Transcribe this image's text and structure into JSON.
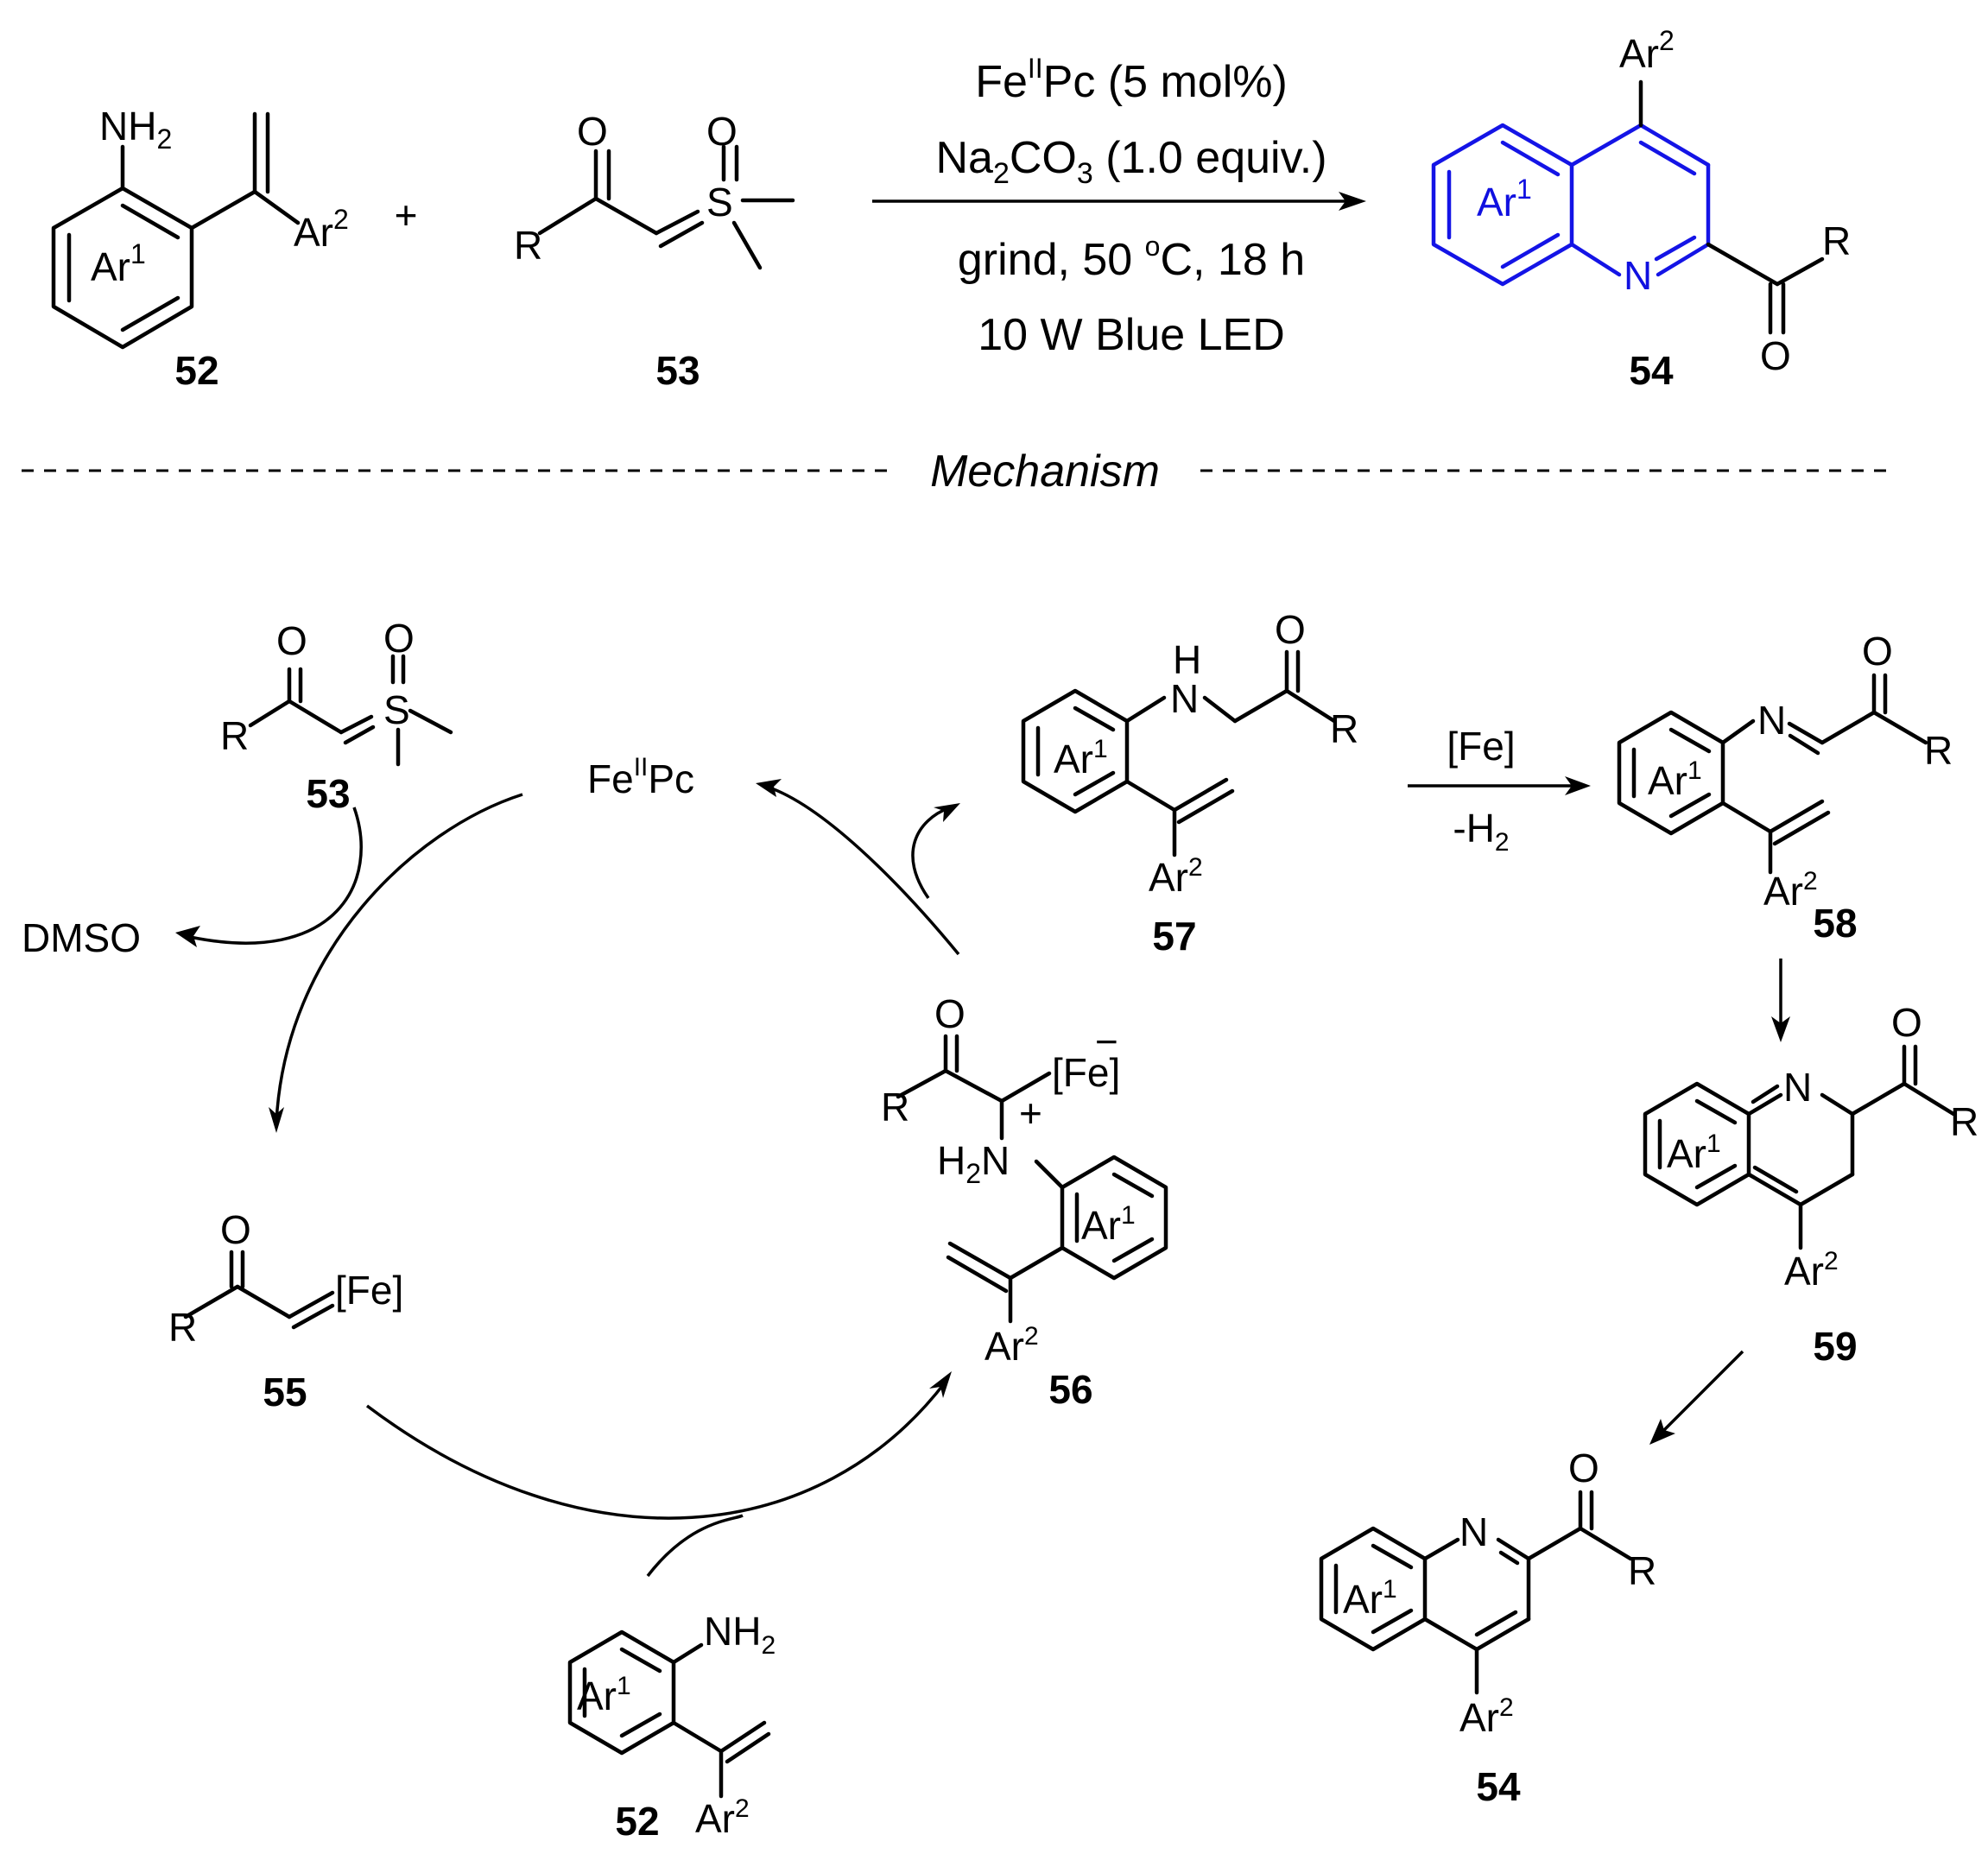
{
  "conditions": {
    "catalyst": "Fe",
    "catalyst_sup": "II",
    "catalyst_rest": "Pc (5 mol%)",
    "base_a": "Na",
    "base_sub1": "2",
    "base_b": "CO",
    "base_sub2": "3",
    "base_c": " (1.0 equiv.)",
    "line3": "grind, 50 ",
    "line3_sup": "o",
    "line3_end": "C, 18 h",
    "line4": "10 W Blue LED"
  },
  "section_label": "Mechanism",
  "labels": {
    "c52": "52",
    "c53": "53",
    "c54": "54",
    "c55": "55",
    "c56": "56",
    "c57": "57",
    "c58": "58",
    "c59": "59"
  },
  "atoms": {
    "nh2": "NH",
    "nh2_sub": "2",
    "ar": "Ar",
    "ar1_sup": "1",
    "ar2_sup": "2",
    "r": "R",
    "o": "O",
    "s": "S",
    "n": "N",
    "h": "H",
    "h2n_h": "H",
    "h2n_sub": "2",
    "h2n_n": "N",
    "plus": "+",
    "minus": "−",
    "fe": "[Fe]",
    "plus_sign": "+"
  },
  "cycle": {
    "catalyst_fe": "Fe",
    "catalyst_sup": "II",
    "catalyst_rest": "Pc",
    "byproduct": "DMSO",
    "oxidation_reagent": "[Fe]",
    "oxidation_loss": "-H",
    "oxidation_loss_sub": "2"
  }
}
